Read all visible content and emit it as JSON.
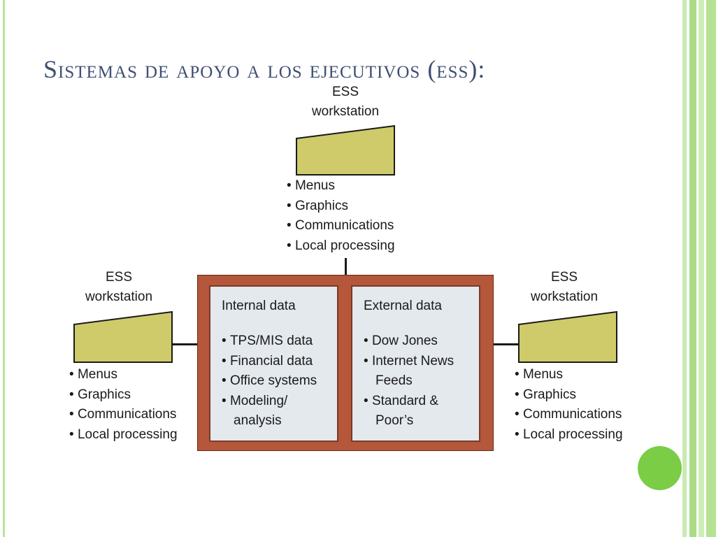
{
  "slide": {
    "title": "Sistemas de apoyo a los ejecutivos (ess):"
  },
  "colors": {
    "workstation_fill": "#cfcb6a",
    "database_frame": "#b5573a",
    "panel_fill": "#e4e9ee",
    "title_text": "#3f4f73",
    "accent_green": "#7acd45"
  },
  "workstations": [
    {
      "id": "top",
      "label_line1": "ESS",
      "label_line2": "workstation",
      "features": [
        "Menus",
        "Graphics",
        "Communications",
        "Local processing"
      ]
    },
    {
      "id": "left",
      "label_line1": "ESS",
      "label_line2": "workstation",
      "features": [
        "Menus",
        "Graphics",
        "Communications",
        "Local processing"
      ]
    },
    {
      "id": "right",
      "label_line1": "ESS",
      "label_line2": "workstation",
      "features": [
        "Menus",
        "Graphics",
        "Communications",
        "Local processing"
      ]
    }
  ],
  "data_sources": {
    "internal": {
      "heading": "Internal data",
      "items": [
        "TPS/MIS data",
        "Financial data",
        "Office systems",
        "Modeling/ analysis"
      ]
    },
    "external": {
      "heading": "External data",
      "items": [
        "Dow Jones",
        "Internet News Feeds",
        "Standard & Poor’s"
      ]
    }
  }
}
